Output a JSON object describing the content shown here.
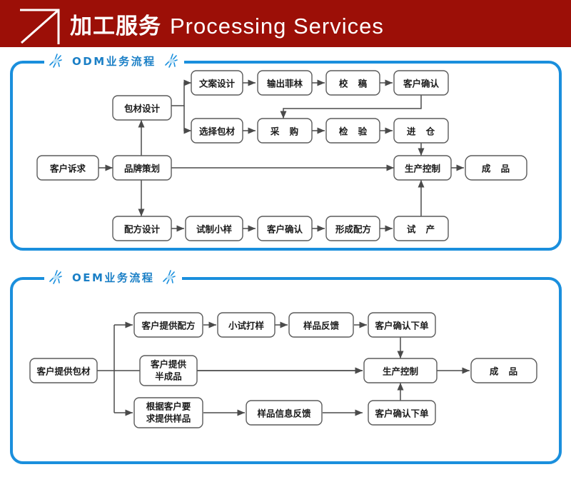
{
  "banner": {
    "icon": "arrow-seven-icon",
    "title_cn": "加工服务",
    "title_en": "Processing Services",
    "bg_color": "#9c0f07",
    "text_color": "#ffffff"
  },
  "theme": {
    "panel_border": "#1a8fdd",
    "section_label": "#1a7fc6",
    "box_stroke": "#5a5a5a",
    "connector": "#4a4a4a"
  },
  "sections": [
    {
      "id": "odm",
      "title": "ODM业务流程",
      "left_icon": "sparkle-icon",
      "right_icon": "sparkle-icon",
      "nodes": {
        "customer_demand": "客户诉求",
        "brand_planning": "品牌策划",
        "package_design": "包材设计",
        "copy_design": "文案设计",
        "film_output": "输出菲林",
        "proofread": "校 稿",
        "customer_confirm_1": "客户确认",
        "select_package": "选择包材",
        "purchase": "采 购",
        "inspection": "检 验",
        "warehousing": "进 仓",
        "formula_design": "配方设计",
        "trial_sample": "试制小样",
        "customer_confirm_2": "客户确认",
        "form_formula": "形成配方",
        "trial_production": "试 产",
        "production_control": "生产控制",
        "finished_product": "成 品"
      }
    },
    {
      "id": "oem",
      "title": "OEM业务流程",
      "left_icon": "sparkle-icon",
      "right_icon": "sparkle-icon",
      "nodes": {
        "customer_package": "客户提供包材",
        "customer_formula": "客户提供配方",
        "small_trial": "小试打样",
        "sample_feedback": "样品反馈",
        "customer_order_1": "客户确认下单",
        "semi_product_l1": "客户提供",
        "semi_product_l2": "半成品",
        "by_request_l1": "根据客户要",
        "by_request_l2": "求提供样品",
        "sample_info_feedback": "样品信息反馈",
        "customer_order_2": "客户确认下单",
        "production_control": "生产控制",
        "finished_product": "成 品"
      }
    }
  ]
}
